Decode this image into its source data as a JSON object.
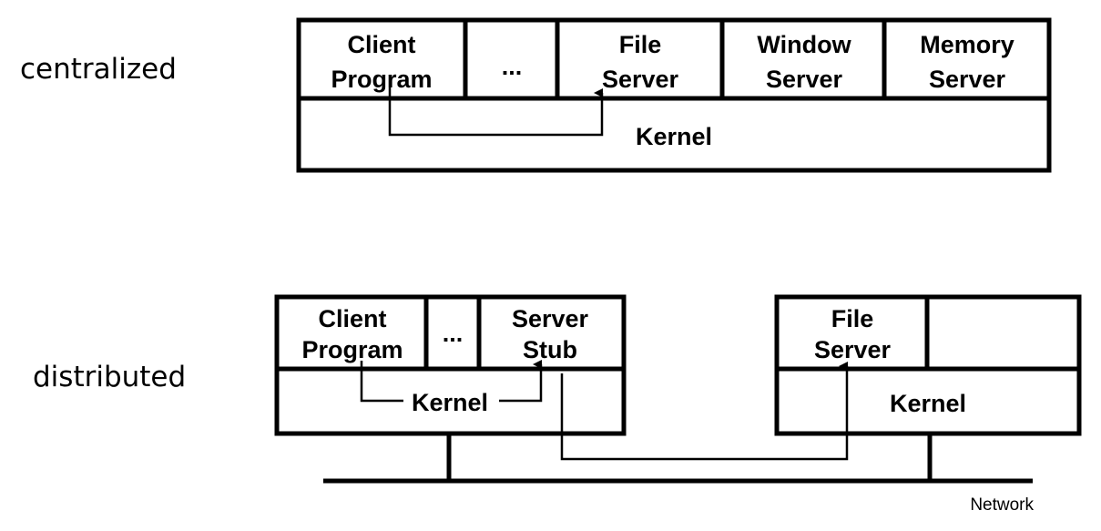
{
  "labels": {
    "centralized": "centralized",
    "distributed": "distributed"
  },
  "centralized": {
    "client_program": [
      "Client",
      "Program"
    ],
    "ellipsis": "...",
    "file_server": [
      "File",
      "Server"
    ],
    "window_server": [
      "Window",
      "Server"
    ],
    "memory_server": [
      "Memory",
      "Server"
    ],
    "kernel": "Kernel"
  },
  "distributed": {
    "left_host": {
      "client_program": [
        "Client",
        "Program"
      ],
      "ellipsis": "...",
      "server_stub": [
        "Server",
        "Stub"
      ],
      "kernel": "Kernel"
    },
    "right_host": {
      "file_server": [
        "File",
        "Server"
      ],
      "kernel": "Kernel"
    },
    "network": "Network"
  }
}
